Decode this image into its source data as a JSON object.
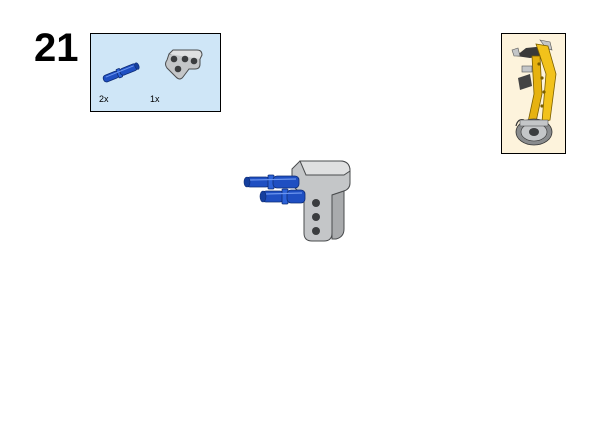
{
  "step": {
    "number": "21"
  },
  "parts": [
    {
      "name": "blue-axle-pin",
      "quantity": "2x",
      "color": "#1f4fc2"
    },
    {
      "name": "gray-triangle-beam",
      "quantity": "1x",
      "color": "#c4c6c8"
    }
  ],
  "colors": {
    "callout_background": "#cfe6f7",
    "preview_background": "#fdf3dc",
    "pin_blue": "#1f4fc2",
    "beam_gray": "#c4c6c8",
    "model_yellow": "#f2c21b"
  }
}
